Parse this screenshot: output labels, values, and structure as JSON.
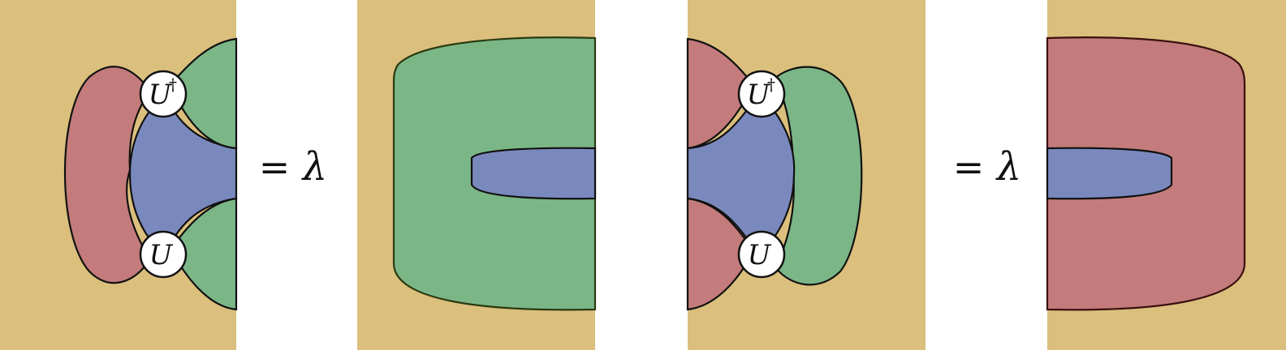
{
  "colors": {
    "background": "#dbbf7d",
    "red": "#c37c7b",
    "green": "#7bb687",
    "blue": "#7a89bd",
    "stroke": "#111111",
    "node_fill": "#ffffff"
  },
  "equations": [
    {
      "lhs": {
        "top_node": {
          "symbol": "U",
          "superscript": "†"
        },
        "bottom_node": {
          "symbol": "U",
          "superscript": ""
        }
      },
      "equals": "=",
      "coefficient": "λ"
    },
    {
      "lhs": {
        "top_node": {
          "symbol": "U",
          "superscript": "†"
        },
        "bottom_node": {
          "symbol": "U",
          "superscript": ""
        }
      },
      "equals": "=",
      "coefficient": "λ"
    }
  ]
}
